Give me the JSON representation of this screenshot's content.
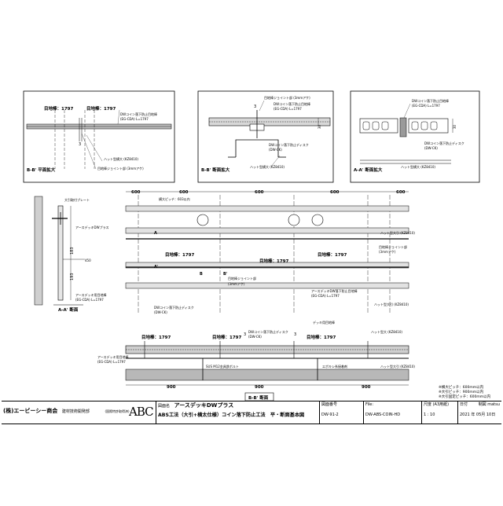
{
  "detail_b_plan": {
    "title": "B-B' 平面拡大",
    "label_1": "目地棒：1797",
    "label_2": "目地棒：1797",
    "dw_coin": "DWコイン落下防止目地棒",
    "dw_coin_code": "(EG-CDA) L=1797",
    "num_3": "3",
    "hat_bar": "ハット型横大 (KZ8410)",
    "joint": "目地棒ジョイント部 (3mmアケ)"
  },
  "detail_b_section": {
    "title": "B-B' 断面拡大",
    "joint": "目地棒ジョイント部 (3mmアケ)",
    "dw_coin": "DWコイン落下防止目地棒",
    "dw_coin_code": "(EG-CDA) L=1797",
    "disc": "DWコイン落下防止ディスク",
    "disc_code": "(DW-CK)",
    "hat_bar": "ハット型横大 (KZ8410)",
    "num_3": "3",
    "num_30": "30"
  },
  "detail_a_section": {
    "title": "A-A' 断面拡大",
    "dw_coin": "DWコイン落下防止目地棒",
    "dw_coin_code": "(EG-CDA) L=1797",
    "disc": "DWコイン落下防止ディスク",
    "disc_code": "(DW-CK)",
    "hat_bar": "ハット型横大 (KZ8410)",
    "num_30": "30"
  },
  "side_section": {
    "title": "A-A' 断面",
    "plate": "大引取付プレート",
    "deck_plus": "アースデッキDWプラス",
    "deck_rod": "アースデッキ用目地棒",
    "deck_rod_code": "(EG-CDA) L=1797",
    "dim_183": "183",
    "dim_193": "193",
    "dim_450": "450"
  },
  "main_plan": {
    "dim_600": [
      "600",
      "600",
      "600",
      "600",
      "600"
    ],
    "pitch": "横大ピッチ：603以内",
    "rod_1": "目地棒：1797",
    "rod_2": "目地棒：1797",
    "rod_3": "目地棒：1797",
    "label_a": "A",
    "label_a2": "A'",
    "label_b": "B",
    "label_b2": "B'",
    "joint": "目地棒ジョイント部",
    "joint_sub": "(3mmアケ)",
    "disc": "DWコイン落下防止ディスク",
    "disc_code": "(DW-CK)",
    "coin_rod": "アースデッキDW落下防止目地棒",
    "coin_rod_code": "(EG-CDA) L=1797",
    "hat_bar_r1": "ハット型大引 (KZ8410)",
    "joint_r": "目地棒ジョイント部",
    "joint_r_sub": "(3mmアケ)",
    "hat_bar_r2": "ハット型大引 (KZ8410)"
  },
  "main_section": {
    "title": "B-B' 断面",
    "rod_1": "目地棒：1797",
    "rod_2": "目地棒：1797",
    "rod_3": "目地棒：1797",
    "disc": "DWコイン落下防止ディスク",
    "disc_code": "(DW-CK)",
    "joint": "デッキ用目地棒",
    "deck_rod": "アースデッキ用目地棒",
    "deck_rod_code": "(EG-CDA) L=1797",
    "bolt": "SUS M12金具鉄ボルト",
    "epoxy": "エポキシ系接着剤",
    "hat_bar_1": "ハット型大 (KZ8410)",
    "hat_bar_2": "ハット型大引 (KZ8410)",
    "num_3a": "3",
    "num_3b": "3",
    "dim_900": [
      "900",
      "900",
      "900"
    ]
  },
  "notes": {
    "line_1": "※横大ピッチ：600mm以内",
    "line_2": "※大引ピッチ：900mm以内",
    "line_3": "※大引固定ピッチ：600mm以内"
  },
  "title_block": {
    "company": "(株)エービーシー商会",
    "department": "建材技術開発部",
    "logo_caption": "(国際特許取得済)",
    "logo": "ABC",
    "drawing_name_label": "図面名",
    "product": "アースデッキDWプラス",
    "drawing_title": "ABS工法（大引+横太仕様）コイン落下防止工法　平・断面基本図",
    "drawing_no_label": "図面番号",
    "drawing_no": "DW-91-2",
    "file_label": "File:",
    "file": "DW-ABS-COIN-HD",
    "scale_label": "尺度 (A3用紙)",
    "scale": "1 : 10",
    "date_label": "日付",
    "date": "2021 年 05月 10日",
    "author_label": "制図",
    "author": "matsu"
  }
}
